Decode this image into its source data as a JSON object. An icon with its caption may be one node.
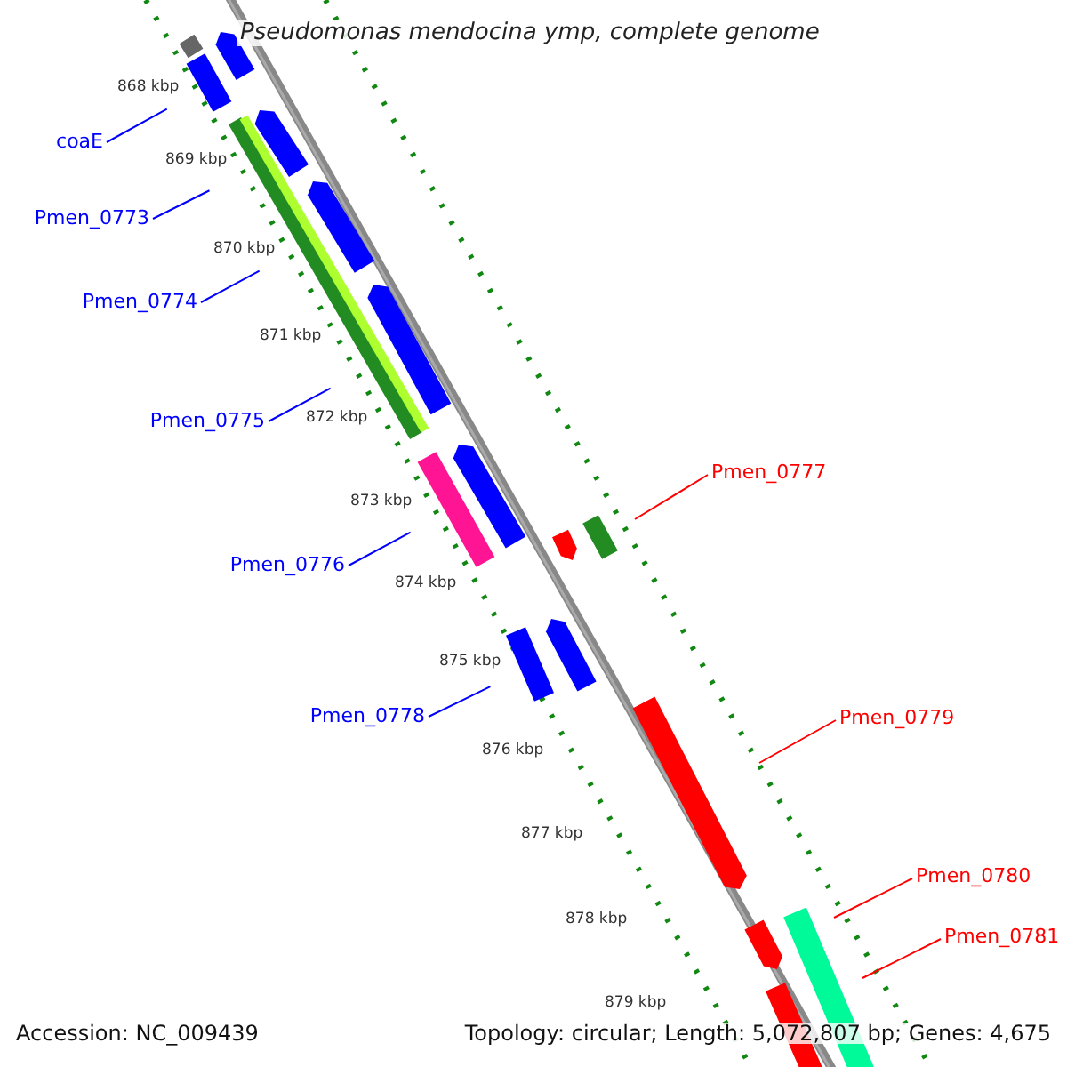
{
  "diagram": {
    "title": "Pseudomonas mendocina ymp, complete genome",
    "nodes": [
      {
        "text": [
          "coaE"
        ]
      },
      {
        "text": [
          "Pmen_0773"
        ]
      },
      {
        "text": [
          "Pmen_0774"
        ]
      },
      {
        "text": [
          "Pmen_0775"
        ]
      },
      {
        "text": [
          "Pmen_0776"
        ]
      },
      {
        "text": [
          "Pmen_0778"
        ]
      },
      {
        "text": [
          "Pmen_0777"
        ]
      },
      {
        "text": [
          "Pmen_0779"
        ]
      },
      {
        "text": [
          "Pmen_0780"
        ]
      },
      {
        "text": [
          "Pmen_0781"
        ]
      }
    ],
    "edges": [
      {
        "from": 0,
        "to": null,
        "arrow": "none"
      },
      {
        "from": 1,
        "to": null,
        "arrow": "none"
      },
      {
        "from": 2,
        "to": null,
        "arrow": "none"
      },
      {
        "from": 3,
        "to": null,
        "arrow": "none"
      },
      {
        "from": 4,
        "to": null,
        "arrow": "none"
      },
      {
        "from": 5,
        "to": null,
        "arrow": "none"
      },
      {
        "from": 6,
        "to": null,
        "arrow": "none",
        "color": "#ff0000"
      },
      {
        "from": 7,
        "to": null,
        "arrow": "none",
        "color": "#ff0000"
      },
      {
        "from": 8,
        "to": null,
        "arrow": "none",
        "color": "#ff0000"
      },
      {
        "from": 9,
        "to": null,
        "arrow": "none",
        "color": "#ff0000"
      }
    ],
    "labels": [
      "868 kbp",
      "869 kbp",
      "870 kbp",
      "871 kbp",
      "872 kbp",
      "873 kbp",
      "874 kbp",
      "875 kbp",
      "876 kbp",
      "877 kbp",
      "878 kbp",
      "879 kbp",
      "Accession: NC_009439",
      "Topology: circular; Length: 5,072,807 bp; Genes: 4,675"
    ]
  }
}
